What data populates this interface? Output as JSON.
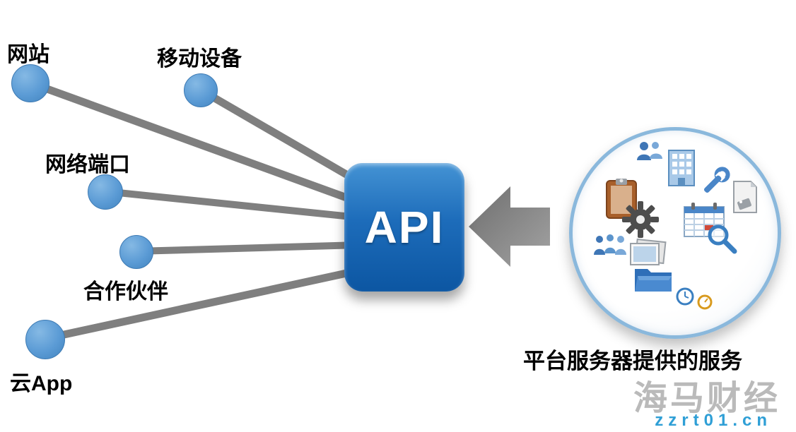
{
  "clients": [
    {
      "label": "网站"
    },
    {
      "label": "移动设备"
    },
    {
      "label": "网络端口"
    },
    {
      "label": "合作伙伴"
    },
    {
      "label": "云App"
    }
  ],
  "api": {
    "label": "API"
  },
  "services": {
    "caption": "平台服务器提供的服务",
    "icon_names": [
      "users-icon",
      "building-icon",
      "wrench-icon",
      "clipboard-icon",
      "tag-icon",
      "gear-icon",
      "calendar-icon",
      "magnifier-icon",
      "group-icon",
      "photos-icon",
      "folder-icon",
      "clock-icon",
      "gauge-icon"
    ]
  },
  "watermark": {
    "brand": "海马财经",
    "site": "zzrt01.cn"
  },
  "colors": {
    "node_blue": "#5b9bd5",
    "connector_gray": "#7f7f7f",
    "api_blue": "#1d6cba",
    "circle_border": "#8ab8dc",
    "arrow_gray": "#8c8c8c",
    "watermark_gray": "#b3b3b3",
    "watermark_blue": "#2f9fd6"
  }
}
